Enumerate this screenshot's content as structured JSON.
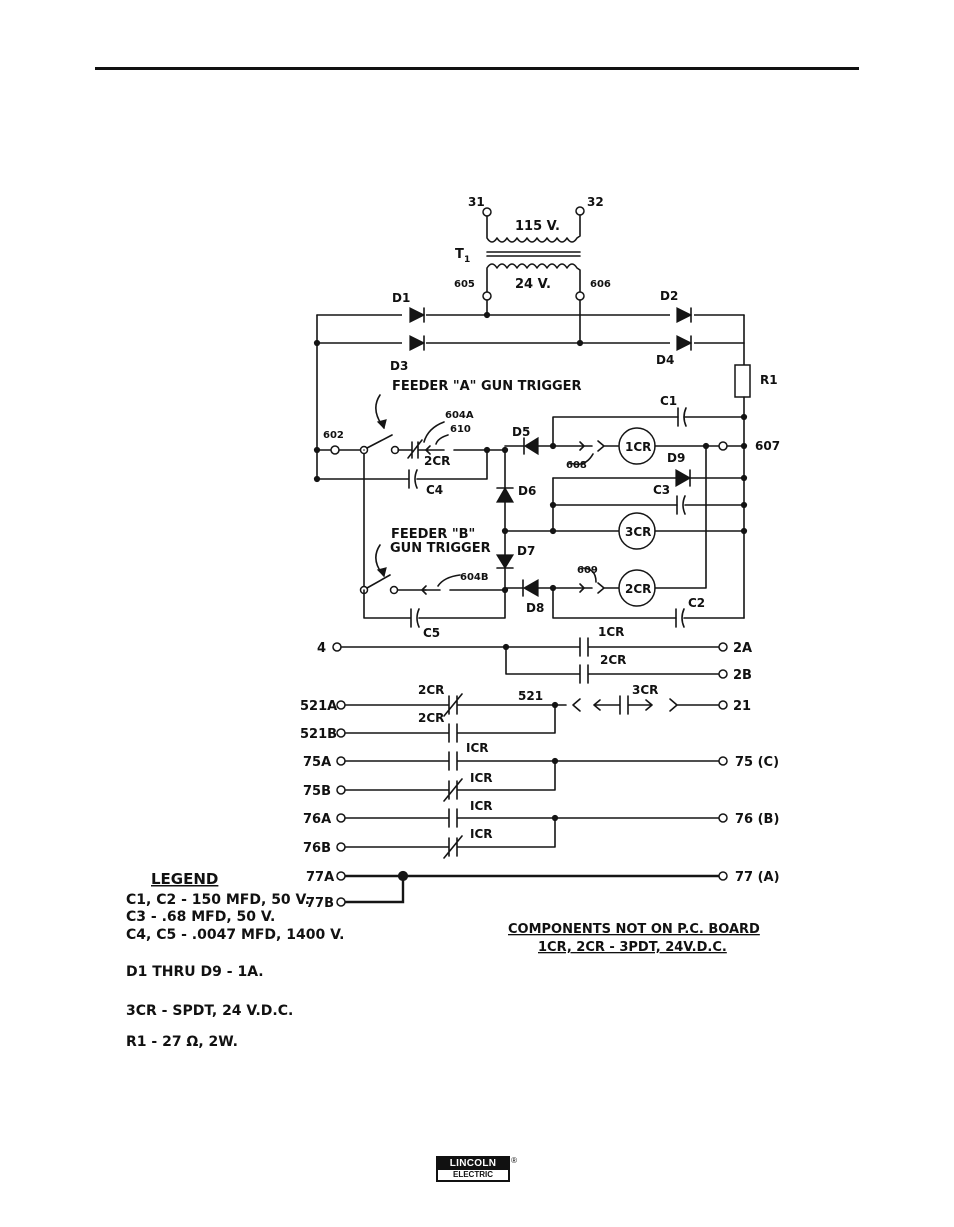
{
  "terminals": {
    "t31": "31",
    "t32": "32",
    "t605": "605",
    "t606": "606",
    "t602": "602",
    "t607": "607",
    "t604a": "604A",
    "t610": "610",
    "t608": "608",
    "t604b": "604B",
    "t609": "609",
    "t4": "4",
    "t2a": "2A",
    "t2b": "2B",
    "t521a": "521A",
    "t521b": "521B",
    "t521": "521",
    "t21": "21",
    "t75a": "75A",
    "t75b": "75B",
    "t75c": "75 (C)",
    "t76a": "76A",
    "t76b": "76B",
    "t76bb": "76 (B)",
    "t77a": "77A",
    "t77b": "77B",
    "t77aa": "77 (A)"
  },
  "components": {
    "transformer": "T",
    "transformer_sub": "1",
    "primary_v": "115 V.",
    "secondary_v": "24 V.",
    "d1": "D1",
    "d2": "D2",
    "d3": "D3",
    "d4": "D4",
    "d5": "D5",
    "d6": "D6",
    "d7": "D7",
    "d8": "D8",
    "d9": "D9",
    "r1": "R1",
    "c1": "C1",
    "c2": "C2",
    "c3": "C3",
    "c4": "C4",
    "c5": "C5",
    "relay_1cr": "1CR",
    "relay_2cr": "2CR",
    "relay_3cr": "3CR",
    "contact_2cr_a": "2CR",
    "contact_1cr_a": "1CR",
    "contact_2cr_b": "2CR",
    "contact_2cr_c": "2CR",
    "contact_2cr_d": "2CR",
    "contact_3cr": "3CR",
    "contact_1cr_b": "ICR",
    "contact_1cr_c": "ICR",
    "contact_1cr_d": "ICR",
    "contact_1cr_e": "ICR"
  },
  "labels": {
    "feeder_a": "FEEDER \"A\" GUN TRIGGER",
    "feeder_b_1": "FEEDER \"B\"",
    "feeder_b_2": "GUN TRIGGER"
  },
  "legend": {
    "title": "LEGEND",
    "line1": "C1, C2 - 150 MFD, 50 V.",
    "line2": "C3  -  .68 MFD, 50 V.",
    "line3": "C4, C5 - .0047 MFD, 1400 V.",
    "line4": "D1 THRU D9 - 1A.",
    "line5": "3CR - SPDT, 24 V.D.C.",
    "line6": "R1  - 27 Ω, 2W."
  },
  "note": {
    "line1": "COMPONENTS NOT ON P.C. BOARD",
    "line2": "1CR, 2CR - 3PDT, 24V.D.C."
  },
  "logo": {
    "top": "LINCOLN",
    "bottom": "ELECTRIC",
    "mark": "®"
  }
}
